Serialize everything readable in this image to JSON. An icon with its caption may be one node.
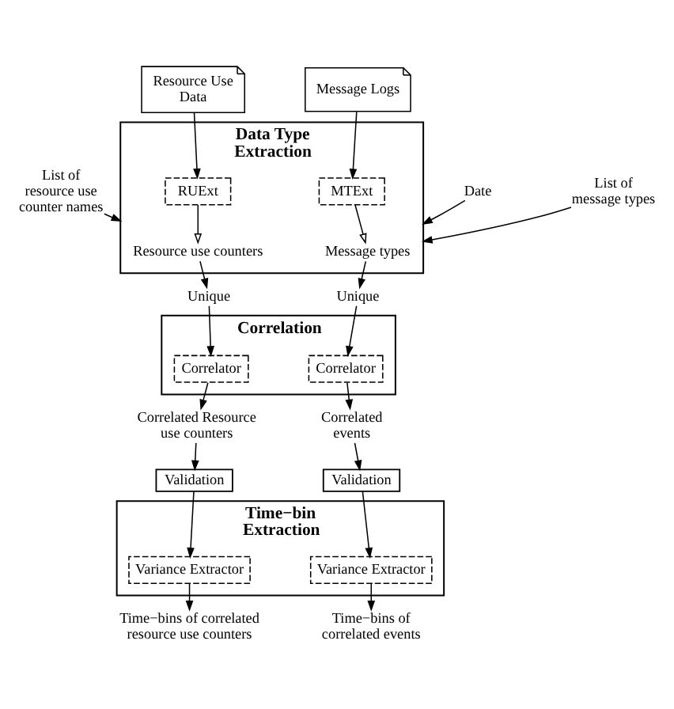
{
  "diagram": {
    "nodes": [
      {
        "text": [
          "Resource Use Data"
        ]
      },
      {
        "text": [
          "Message Logs"
        ]
      },
      {
        "text": [
          "Data Type Extraction"
        ]
      },
      {
        "text": [
          "RUExt"
        ],
        "in": 2
      },
      {
        "text": [
          "MTExt"
        ],
        "in": 2
      },
      {
        "text": [
          "Resource use counters"
        ],
        "in": 2
      },
      {
        "text": [
          "Message types"
        ],
        "in": 2
      },
      {
        "text": [
          "List of resource use counter names"
        ]
      },
      {
        "text": [
          "Date"
        ]
      },
      {
        "text": [
          "List of message types"
        ]
      },
      {
        "text": [
          "Unique"
        ]
      },
      {
        "text": [
          "Unique"
        ]
      },
      {
        "text": [
          "Correlation"
        ]
      },
      {
        "text": [
          "Correlator"
        ],
        "in": 12
      },
      {
        "text": [
          "Correlator"
        ],
        "in": 12
      },
      {
        "text": [
          "Correlated Resource use counters"
        ]
      },
      {
        "text": [
          "Correlated events"
        ]
      },
      {
        "text": [
          "Validation"
        ]
      },
      {
        "text": [
          "Validation"
        ]
      },
      {
        "text": [
          "Time−bin Extraction"
        ]
      },
      {
        "text": [
          "Variance Extractor"
        ],
        "in": 19
      },
      {
        "text": [
          "Variance Extractor"
        ],
        "in": 19
      },
      {
        "text": [
          "Time−bins of correlated resource use counters"
        ]
      },
      {
        "text": [
          "Time−bins of correlated events"
        ]
      }
    ],
    "edges": [
      {
        "from": 0,
        "to": 3,
        "arrow": "to"
      },
      {
        "from": 1,
        "to": 4,
        "arrow": "to"
      },
      {
        "from": 3,
        "to": 5,
        "arrow": "to"
      },
      {
        "from": 4,
        "to": 6,
        "arrow": "to"
      },
      {
        "from": 7,
        "to": 2,
        "arrow": "to"
      },
      {
        "from": 8,
        "to": 2,
        "arrow": "to"
      },
      {
        "from": 9,
        "to": 2,
        "arrow": "to"
      },
      {
        "from": 5,
        "to": 10,
        "arrow": "to"
      },
      {
        "from": 6,
        "to": 11,
        "arrow": "to"
      },
      {
        "from": 10,
        "to": 13,
        "arrow": "to"
      },
      {
        "from": 11,
        "to": 14,
        "arrow": "to"
      },
      {
        "from": 13,
        "to": 15,
        "arrow": "to"
      },
      {
        "from": 14,
        "to": 16,
        "arrow": "to"
      },
      {
        "from": 15,
        "to": 17,
        "arrow": "to"
      },
      {
        "from": 16,
        "to": 18,
        "arrow": "to"
      },
      {
        "from": 17,
        "to": 20,
        "arrow": "to"
      },
      {
        "from": 18,
        "to": 21,
        "arrow": "to"
      },
      {
        "from": 20,
        "to": 22,
        "arrow": "to"
      },
      {
        "from": 21,
        "to": 23,
        "arrow": "to"
      }
    ]
  }
}
